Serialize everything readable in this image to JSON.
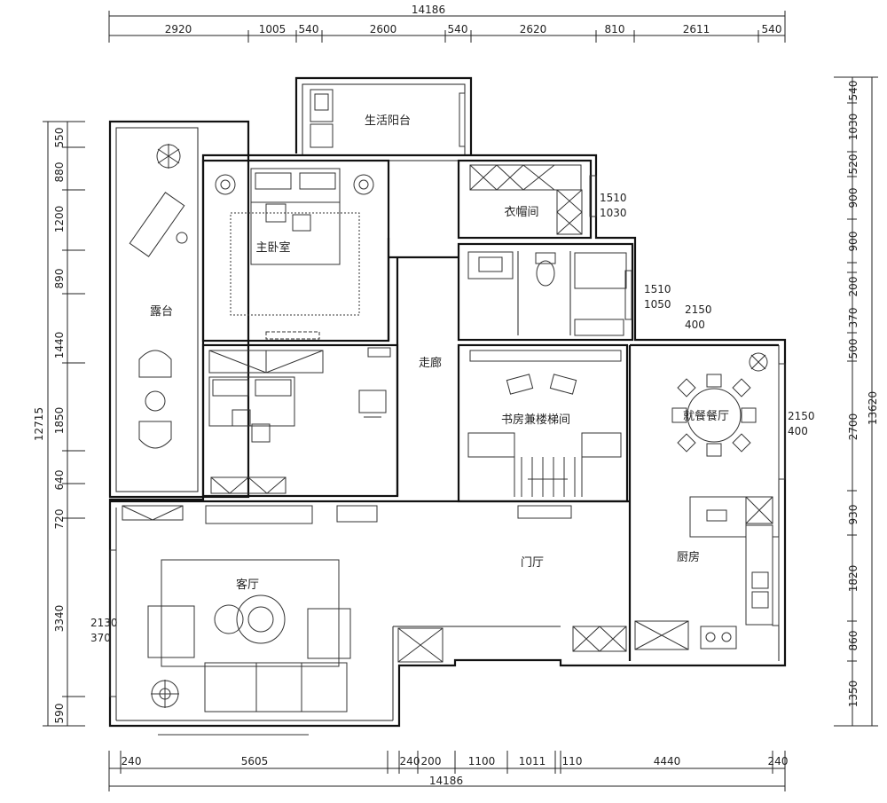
{
  "plan": {
    "total_width": "14186",
    "total_height": "12715",
    "right_total": "13620",
    "top_dims": [
      "2920",
      "1005",
      "540",
      "2600",
      "540",
      "2620",
      "810",
      "2611",
      "540"
    ],
    "bottom_dims": [
      "240",
      "5605",
      "240",
      "200",
      "1100",
      "1011",
      "110",
      "4440",
      "240"
    ],
    "left_dims": [
      "550",
      "880",
      "1200",
      "890",
      "1440",
      "1850",
      "640",
      "720",
      "3340",
      "590"
    ],
    "right_dims": [
      "540",
      "1030",
      "520",
      "900",
      "900",
      "200",
      "370",
      "500",
      "2700",
      "930",
      "1820",
      "860",
      "1350"
    ],
    "rooms": {
      "laundry_balcony": "生活阳台",
      "master_bedroom": "主卧室",
      "walkin_closet": "衣帽间",
      "terrace": "露台",
      "corridor": "走廊",
      "study_stairs": "书房兼楼梯间",
      "dining": "就餐餐厅",
      "foyer": "门厅",
      "kitchen": "厨房",
      "living_room": "客厅"
    },
    "window_tags": {
      "closet": [
        "1510",
        "1030"
      ],
      "bath": [
        "1510",
        "1050"
      ],
      "mid": [
        "2150",
        "400"
      ],
      "dining": [
        "2150",
        "400"
      ],
      "living": [
        "2130",
        "370"
      ]
    }
  }
}
